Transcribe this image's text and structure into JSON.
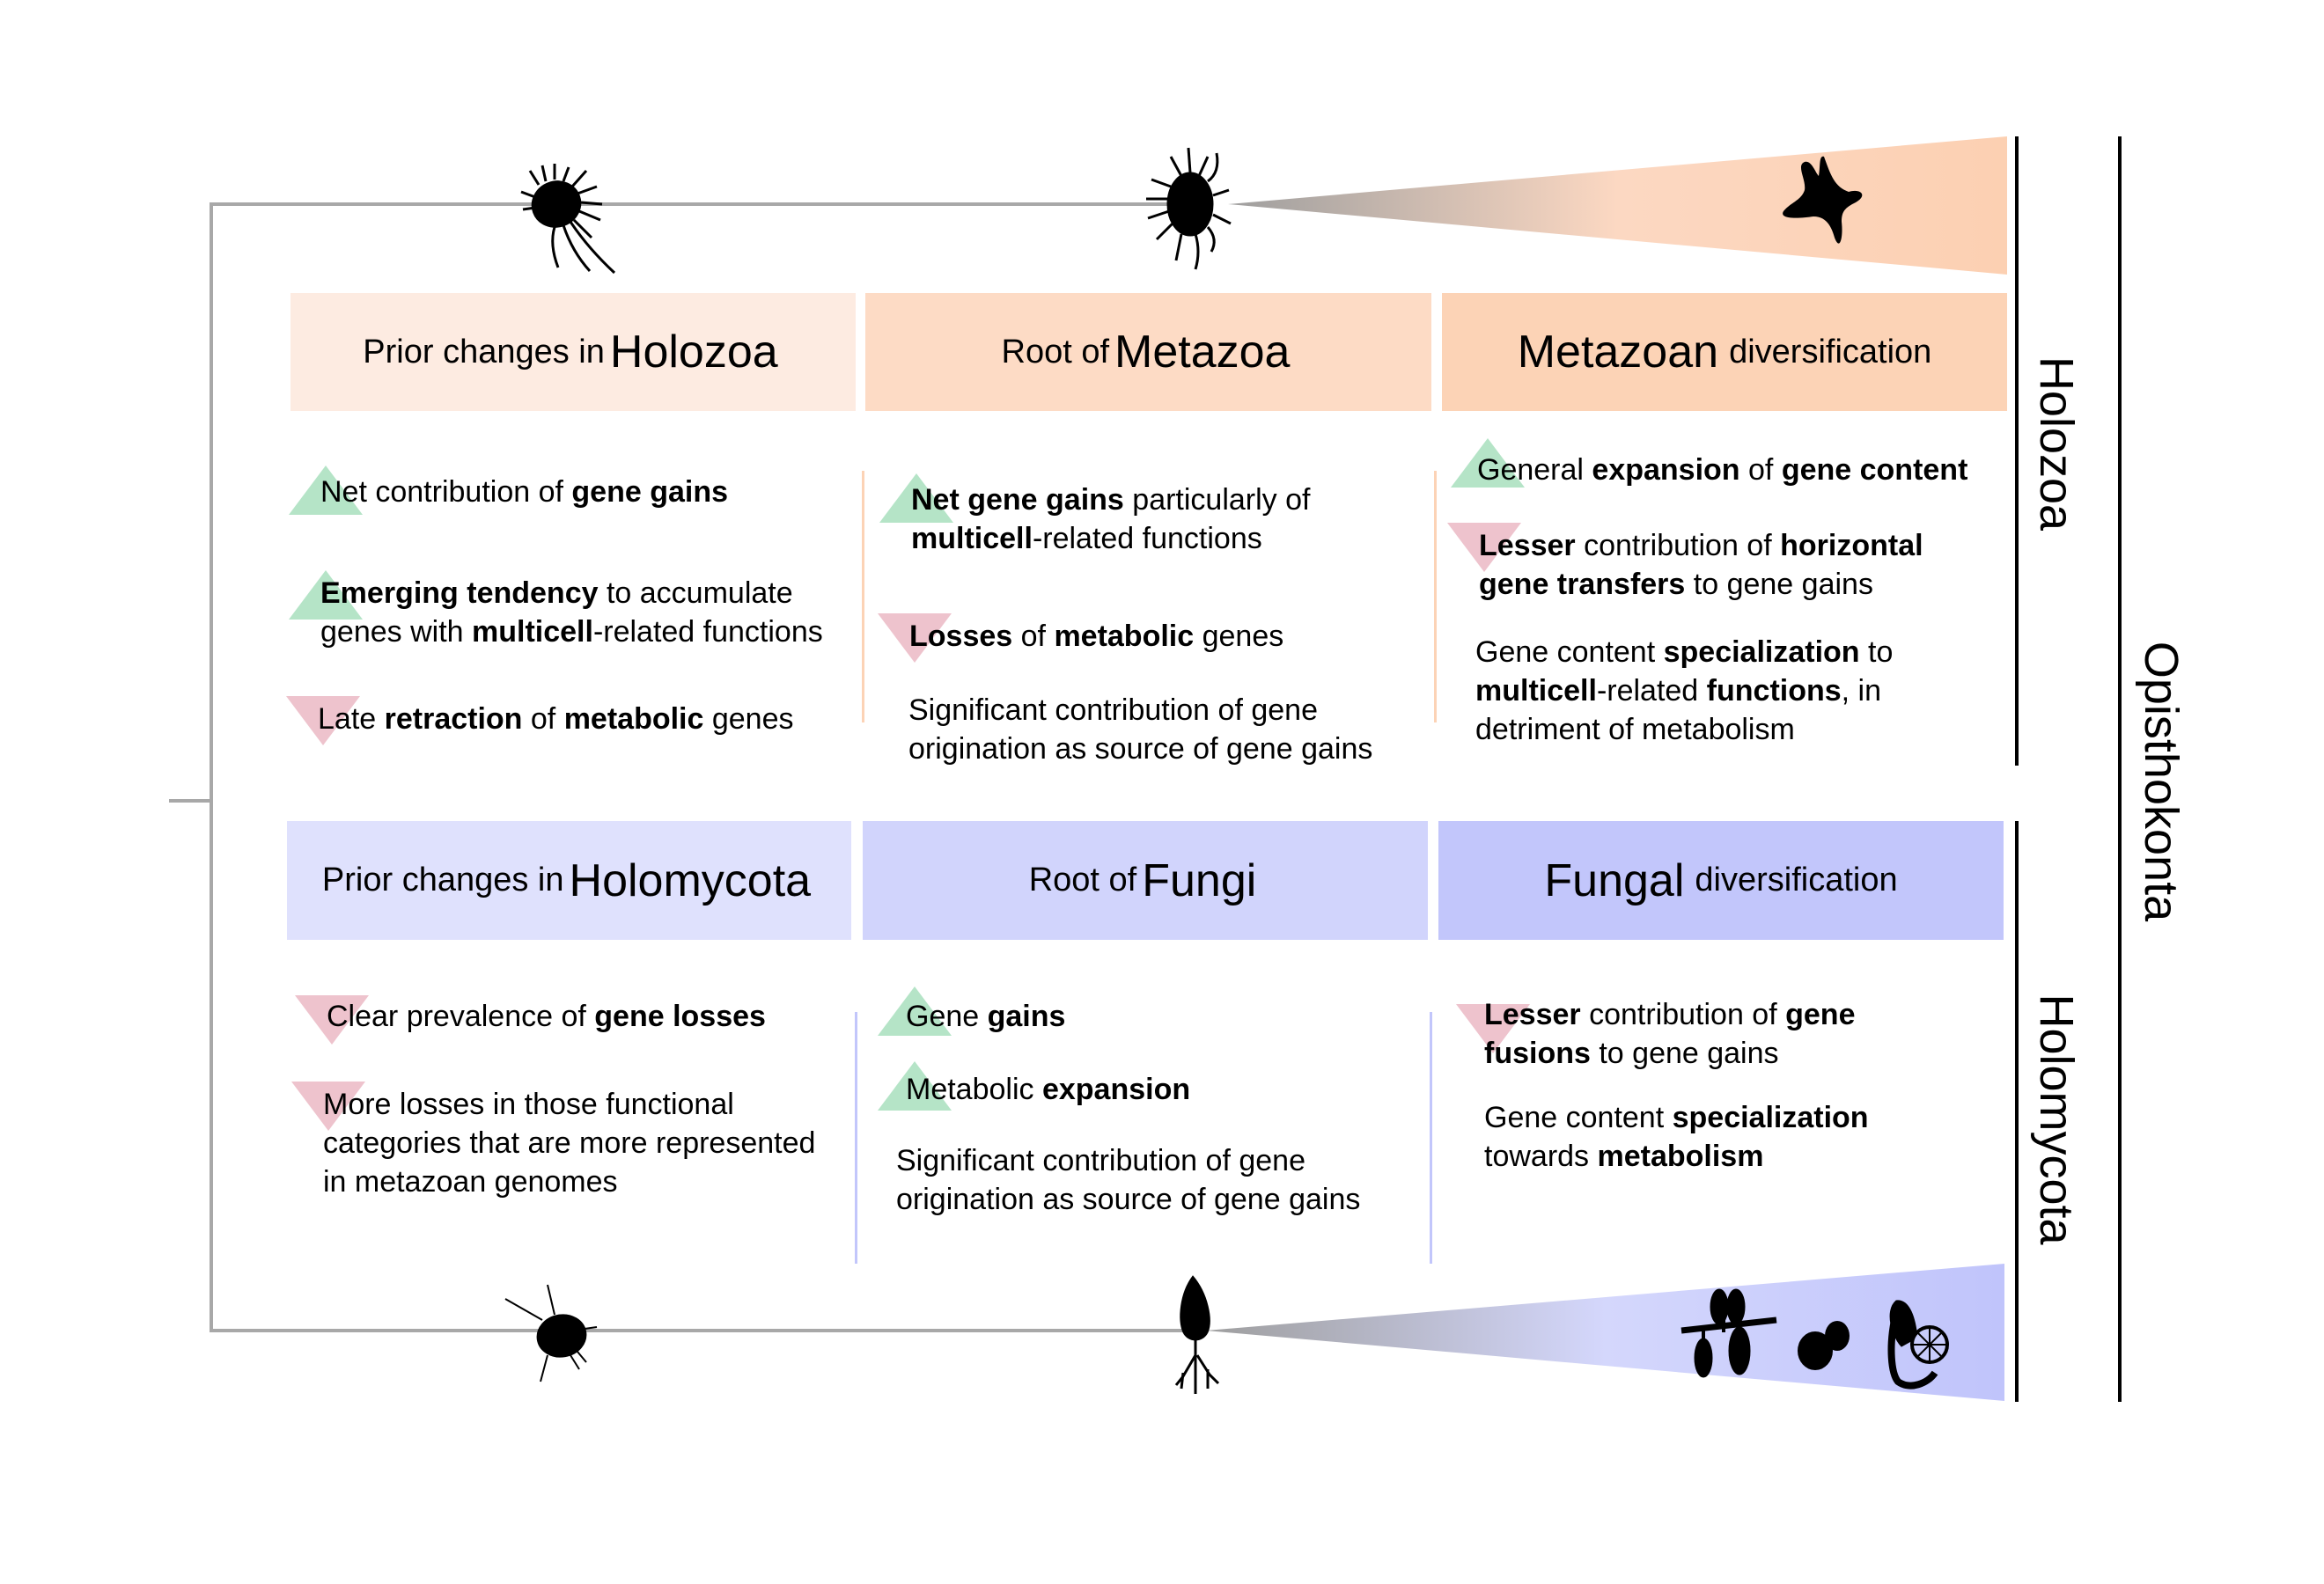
{
  "colors": {
    "holozoa_header_1": "#fdebe1",
    "holozoa_header_2": "#fddbc5",
    "holozoa_header_3": "#fcd3b6",
    "holomycota_header_1": "#dfe1fd",
    "holomycota_header_2": "#d1d4fc",
    "holomycota_header_3": "#c2c6fb",
    "gain_triangle": "#b5e4c7",
    "loss_triangle": "#eec3cd",
    "tree_line": "#a8a8a8",
    "holozoa_separator": "#fcd3b6",
    "holomycota_separator": "#c2c6fb"
  },
  "clade_labels": {
    "holozoa": "Holozoa",
    "holomycota": "Holomycota",
    "opisthokonta": "Opisthokonta"
  },
  "icons": {
    "top_left_organism": "choanoflagellate-like-icon",
    "top_root_organism": "sponge-like-cell-icon",
    "top_fan_organism": "starfish-icon",
    "bottom_left_organism": "nucleariid-like-icon",
    "bottom_root_organism": "chytrid-icon",
    "bottom_fan_organisms": [
      "mold-sporangia-icon",
      "yeast-icon",
      "mushroom-icon"
    ]
  },
  "holozoa": {
    "headers": [
      {
        "pre": "Prior changes in",
        "big": "Holozoa",
        "post": ""
      },
      {
        "pre": "Root of",
        "big": "Metazoa",
        "post": ""
      },
      {
        "pre": "",
        "big": "Metazoan",
        "post": "diversification"
      }
    ],
    "columns": [
      {
        "items": [
          {
            "marker": "up",
            "segments": [
              {
                "t": "Net contribution of ",
                "b": false
              },
              {
                "t": "gene gains",
                "b": true
              }
            ]
          },
          {
            "marker": "up",
            "segments": [
              {
                "t": "Emerging tendency",
                "b": true
              },
              {
                "t": " to accumulate genes with ",
                "b": false
              },
              {
                "t": "multicell",
                "b": true
              },
              {
                "t": "-related functions",
                "b": false
              }
            ]
          },
          {
            "marker": "down",
            "segments": [
              {
                "t": "Late ",
                "b": false
              },
              {
                "t": "retraction",
                "b": true
              },
              {
                "t": " of ",
                "b": false
              },
              {
                "t": "metabolic",
                "b": true
              },
              {
                "t": " genes",
                "b": false
              }
            ]
          }
        ]
      },
      {
        "items": [
          {
            "marker": "up",
            "segments": [
              {
                "t": "Net gene gains",
                "b": true
              },
              {
                "t": " particularly of ",
                "b": false
              },
              {
                "t": "multicell",
                "b": true
              },
              {
                "t": "-related functions",
                "b": false
              }
            ]
          },
          {
            "marker": "down",
            "segments": [
              {
                "t": "Losses",
                "b": true
              },
              {
                "t": " of ",
                "b": false
              },
              {
                "t": "metabolic",
                "b": true
              },
              {
                "t": " genes",
                "b": false
              }
            ]
          },
          {
            "marker": "none",
            "segments": [
              {
                "t": "Significant contribution of gene origination as source of gene gains",
                "b": false
              }
            ]
          }
        ]
      },
      {
        "items": [
          {
            "marker": "up",
            "segments": [
              {
                "t": "General ",
                "b": false
              },
              {
                "t": "expansion",
                "b": true
              },
              {
                "t": " of ",
                "b": false
              },
              {
                "t": "gene content",
                "b": true
              }
            ]
          },
          {
            "marker": "down",
            "segments": [
              {
                "t": "Lesser",
                "b": true
              },
              {
                "t": " contribution of ",
                "b": false
              },
              {
                "t": "horizontal gene transfers",
                "b": true
              },
              {
                "t": " to gene gains",
                "b": false
              }
            ]
          },
          {
            "marker": "none",
            "segments": [
              {
                "t": "Gene content ",
                "b": false
              },
              {
                "t": "specialization",
                "b": true
              },
              {
                "t": " to ",
                "b": false
              },
              {
                "t": "multicell",
                "b": true
              },
              {
                "t": "-related ",
                "b": false
              },
              {
                "t": "functions",
                "b": true
              },
              {
                "t": ", in detriment of metabolism",
                "b": false
              }
            ]
          }
        ]
      }
    ]
  },
  "holomycota": {
    "headers": [
      {
        "pre": "Prior changes in",
        "big": "Holomycota",
        "post": ""
      },
      {
        "pre": "Root of",
        "big": "Fungi",
        "post": ""
      },
      {
        "pre": "",
        "big": "Fungal",
        "post": "diversification"
      }
    ],
    "columns": [
      {
        "items": [
          {
            "marker": "down",
            "segments": [
              {
                "t": "Clear prevalence of ",
                "b": false
              },
              {
                "t": "gene losses",
                "b": true
              }
            ]
          },
          {
            "marker": "down",
            "segments": [
              {
                "t": "More losses in those functional categories that are more represented in metazoan genomes",
                "b": false
              }
            ]
          }
        ]
      },
      {
        "items": [
          {
            "marker": "up",
            "segments": [
              {
                "t": "Gene ",
                "b": false
              },
              {
                "t": "gains",
                "b": true
              }
            ]
          },
          {
            "marker": "up",
            "segments": [
              {
                "t": "Metabolic ",
                "b": false
              },
              {
                "t": "expansion",
                "b": true
              }
            ]
          },
          {
            "marker": "none",
            "segments": [
              {
                "t": "Significant contribution of gene origination as source of gene gains",
                "b": false
              }
            ]
          }
        ]
      },
      {
        "items": [
          {
            "marker": "down",
            "segments": [
              {
                "t": "Lesser",
                "b": true
              },
              {
                "t": " contribution of ",
                "b": false
              },
              {
                "t": "gene fusions",
                "b": true
              },
              {
                "t": " to gene gains",
                "b": false
              }
            ]
          },
          {
            "marker": "none",
            "segments": [
              {
                "t": "Gene content ",
                "b": false
              },
              {
                "t": "specialization",
                "b": true
              },
              {
                "t": " towards ",
                "b": false
              },
              {
                "t": "metabolism",
                "b": true
              }
            ]
          }
        ]
      }
    ]
  }
}
